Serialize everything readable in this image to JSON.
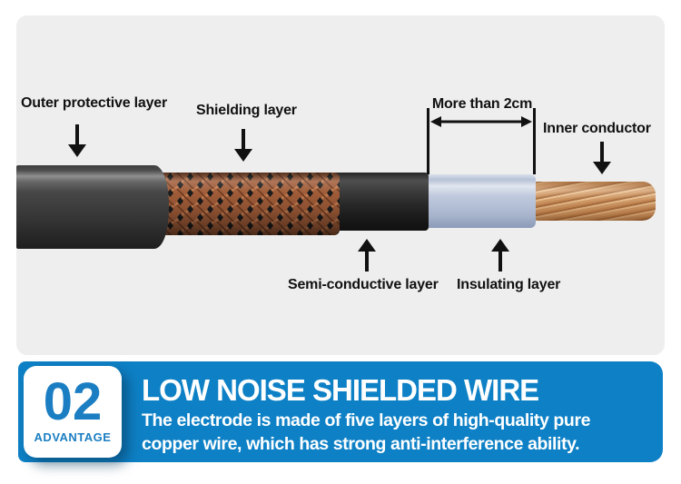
{
  "colors": {
    "accent": "#0e81c6",
    "number_blue": "#1b7ec2",
    "panel_bg": "#eeeeee",
    "label_color": "#111111",
    "page_bg": "#ffffff"
  },
  "diagram": {
    "labels": {
      "outer": "Outer protective layer",
      "shielding": "Shielding layer",
      "measurement": "More than 2cm",
      "inner": "Inner conductor",
      "semi": "Semi-conductive layer",
      "insulating": "Insulating layer"
    }
  },
  "banner": {
    "number": "02",
    "badge_label": "ADVANTAGE",
    "title": "LOW NOISE SHIELDED WIRE",
    "description_line1": "The electrode is made of five layers of high-quality pure",
    "description_line2": "copper wire, which has strong anti-interference ability."
  }
}
